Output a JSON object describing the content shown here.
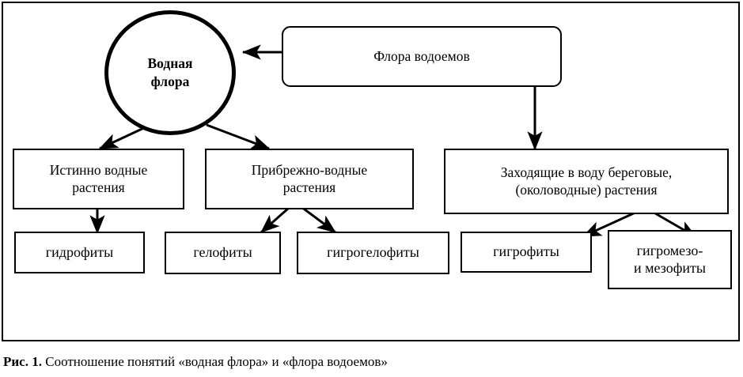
{
  "figure": {
    "caption_label": "Рис. 1.",
    "caption_text": "Соотношение понятий «водная флора» и «флора водоемов»",
    "border_color": "#000000",
    "background_color": "#ffffff"
  },
  "diagram": {
    "type": "hierarchy-flowchart",
    "nodes": {
      "circle_root": {
        "label_line1": "Водная",
        "label_line2": "флора",
        "shape": "circle"
      },
      "rounded_source": {
        "label": "Флора водоемов",
        "shape": "rounded-rectangle"
      },
      "level2": [
        {
          "id": "true-aquatic",
          "label_line1": "Истинно водные",
          "label_line2": "растения"
        },
        {
          "id": "coastal-aquatic",
          "label_line1": "Прибрежно-водные",
          "label_line2": "растения"
        },
        {
          "id": "shoreline",
          "label_line1": "Заходящие в воду береговые,",
          "label_line2": "(околоводные) растения"
        }
      ],
      "level3": [
        {
          "id": "hydrophytes",
          "label_line1": "гидрофиты",
          "label_line2": ""
        },
        {
          "id": "helophytes",
          "label_line1": "гелофиты",
          "label_line2": ""
        },
        {
          "id": "hygrohelophytes",
          "label_line1": "гигрогелофиты",
          "label_line2": ""
        },
        {
          "id": "hygrophytes",
          "label_line1": "гигрофиты",
          "label_line2": ""
        },
        {
          "id": "hygromeso-mesophytes",
          "label_line1": "гигромезо-",
          "label_line2": "и мезофиты"
        }
      ]
    },
    "edges": [
      {
        "from": "rounded_source",
        "to": "circle_root",
        "style": "arrow-left"
      },
      {
        "from": "circle_root",
        "to": "true-aquatic",
        "style": "arrow-diagonal"
      },
      {
        "from": "circle_root",
        "to": "coastal-aquatic",
        "style": "arrow-diagonal"
      },
      {
        "from": "rounded_source",
        "to": "shoreline",
        "style": "arrow-down"
      },
      {
        "from": "true-aquatic",
        "to": "hydrophytes",
        "style": "arrow-down"
      },
      {
        "from": "coastal-aquatic",
        "to": "helophytes",
        "style": "arrow-diagonal"
      },
      {
        "from": "coastal-aquatic",
        "to": "hygrohelophytes",
        "style": "arrow-diagonal"
      },
      {
        "from": "shoreline",
        "to": "hygrophytes",
        "style": "arrow-diagonal"
      },
      {
        "from": "shoreline",
        "to": "hygromeso-mesophytes",
        "style": "arrow-diagonal"
      }
    ]
  }
}
